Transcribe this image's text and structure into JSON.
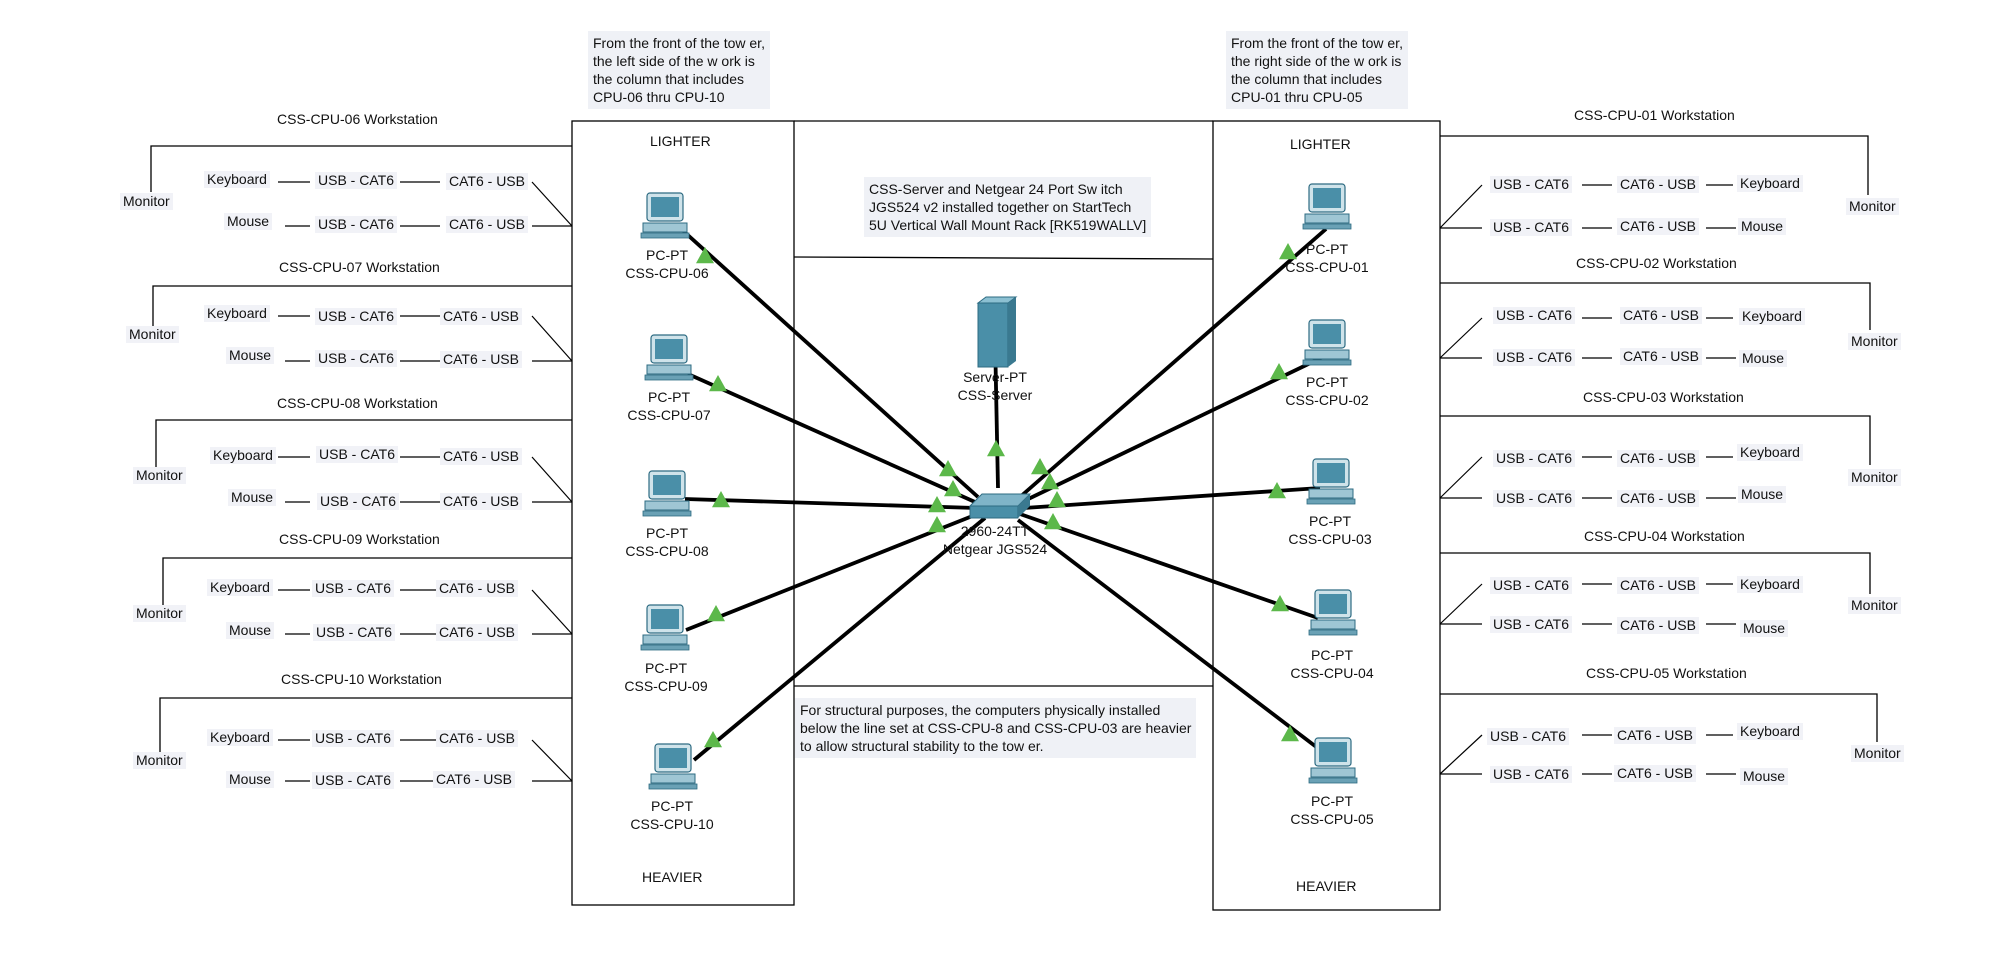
{
  "notes": {
    "left_tower": [
      "From the front of the tow er,",
      "the left side of the w ork is",
      "the column that includes",
      "CPU-06 thru CPU-10"
    ],
    "right_tower": [
      "From the front of the tow er,",
      "the right side of the w ork is",
      "the column that includes",
      "CPU-01 thru CPU-05"
    ],
    "rack": [
      "CSS-Server and Netgear 24 Port Sw itch",
      "JGS524 v2 installed together on StartTech",
      "5U Vertical Wall Mount Rack [RK519WALLV]"
    ],
    "structural": [
      "For structural purposes, the computers physically installed",
      "below  the line set at CSS-CPU-8 and CSS-CPU-03 are heavier",
      "to allow  structural stability to the tow er."
    ]
  },
  "tower_labels": {
    "lighter": "LIGHTER",
    "heavier": "HEAVIER"
  },
  "switch": {
    "type": "2960-24TT",
    "name": "Netgear JGS524"
  },
  "server": {
    "type": "Server-PT",
    "name": "CSS-Server"
  },
  "pc_type": "PC-PT",
  "pcs_left": [
    "CSS-CPU-06",
    "CSS-CPU-07",
    "CSS-CPU-08",
    "CSS-CPU-09",
    "CSS-CPU-10"
  ],
  "pcs_right": [
    "CSS-CPU-01",
    "CSS-CPU-02",
    "CSS-CPU-03",
    "CSS-CPU-04",
    "CSS-CPU-05"
  ],
  "workstations_left": [
    "CSS-CPU-06 Workstation",
    "CSS-CPU-07 Workstation",
    "CSS-CPU-08 Workstation",
    "CSS-CPU-09 Workstation",
    "CSS-CPU-10 Workstation"
  ],
  "workstations_right": [
    "CSS-CPU-01 Workstation",
    "CSS-CPU-02 Workstation",
    "CSS-CPU-03 Workstation",
    "CSS-CPU-04 Workstation",
    "CSS-CPU-05 Workstation"
  ],
  "peripherals": {
    "monitor": "Monitor",
    "keyboard": "Keyboard",
    "mouse": "Mouse"
  },
  "cables": {
    "usb_cat6": "USB - CAT6",
    "cat6_usb": "CAT6 - USB"
  },
  "colors": {
    "cable": "#000000",
    "link_up": "#5cb84a",
    "device": "#4a8fa8"
  }
}
